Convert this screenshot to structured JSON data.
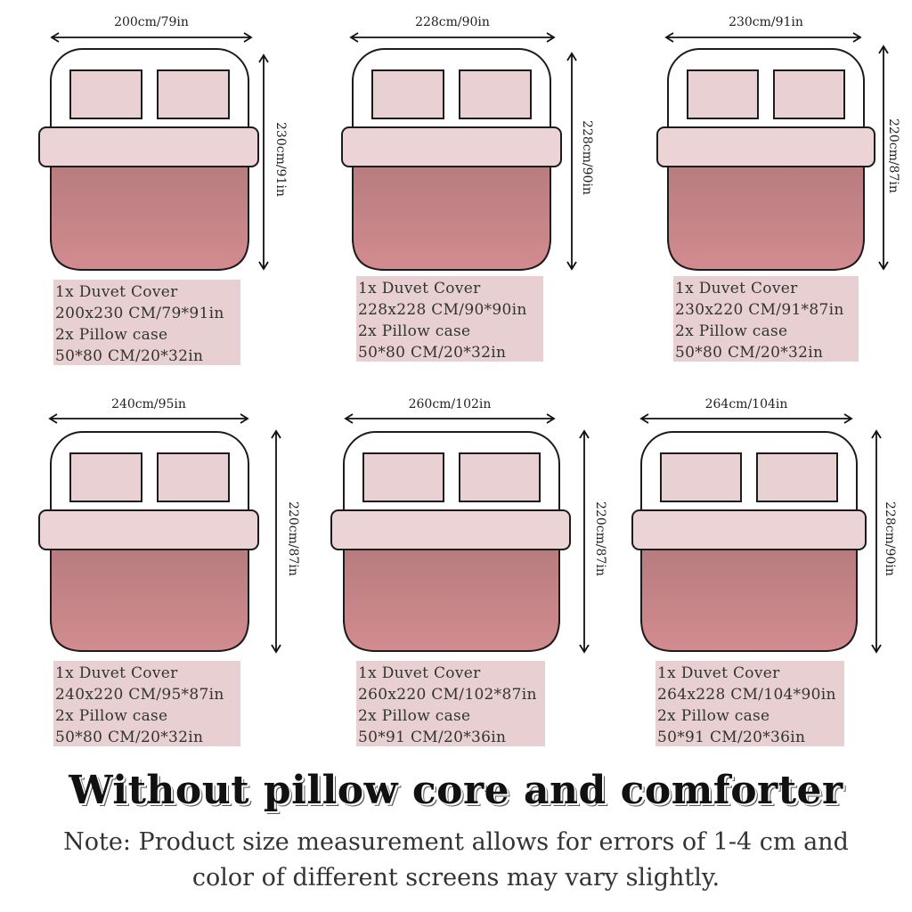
{
  "colors": {
    "pillow": "#e9d0d3",
    "cuff": "#ebd3d6",
    "duvet_top": "#b57b7d",
    "duvet_bottom": "#d28c90",
    "outline": "#1c1c1c",
    "text_box": "#e8cfd1"
  },
  "beds": [
    {
      "width_label": "200cm/79in",
      "height_label": "230cm/91in",
      "lines": [
        "1x Duvet Cover",
        "200x230 CM/79*91in",
        "2x Pillow case",
        "50*80 CM/20*32in"
      ]
    },
    {
      "width_label": "228cm/90in",
      "height_label": "228cm/90in",
      "lines": [
        "1x Duvet Cover",
        "228x228 CM/90*90in",
        "2x Pillow case",
        "50*80 CM/20*32in"
      ]
    },
    {
      "width_label": "230cm/91in",
      "height_label": "220cm/87in",
      "lines": [
        "1x Duvet Cover",
        "230x220 CM/91*87in",
        "2x Pillow case",
        "50*80 CM/20*32in"
      ]
    },
    {
      "width_label": "240cm/95in",
      "height_label": "220cm/87in",
      "lines": [
        "1x Duvet Cover",
        "240x220 CM/95*87in",
        "2x Pillow case",
        "50*80 CM/20*32in"
      ]
    },
    {
      "width_label": "260cm/102in",
      "height_label": "220cm/87in",
      "lines": [
        "1x Duvet Cover",
        "260x220 CM/102*87in",
        "2x Pillow case",
        "50*91 CM/20*36in"
      ]
    },
    {
      "width_label": "264cm/104in",
      "height_label": "228cm/90in",
      "lines": [
        "1x Duvet Cover",
        "264x228 CM/104*90in",
        "2x Pillow case",
        "50*91 CM/20*36in"
      ]
    }
  ],
  "headline": "Without pillow core and comforter",
  "note": "Note:  Product size measurement allows for errors of 1-4 cm and color of different screens may vary slightly."
}
